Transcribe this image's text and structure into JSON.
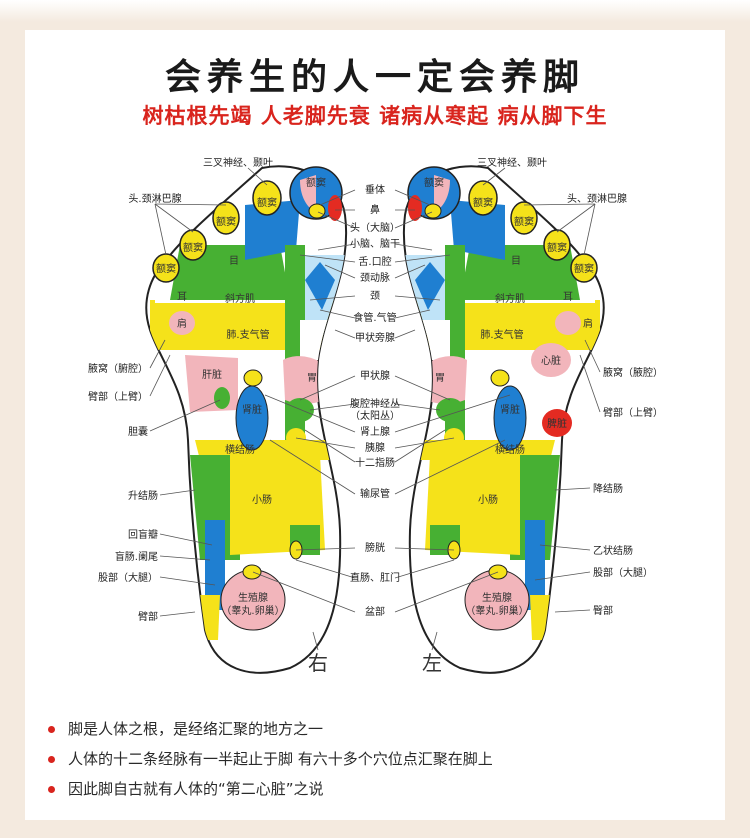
{
  "title": "会养生的人一定会养脚",
  "subtitle": "树枯根先竭 人老脚先衰 诸病从寒起 病从脚下生",
  "colors": {
    "yellow": "#f5e21a",
    "blue": "#1f7fd1",
    "green": "#47b033",
    "pink": "#f2b5bb",
    "red": "#e42b22",
    "accent": "#d9241d"
  },
  "center_labels": [
    "垂体",
    "鼻",
    "头（大脑）",
    "小脑、脑干",
    "舌.口腔",
    "颈动脉",
    "颈",
    "食管.气管",
    "甲状旁腺",
    "甲状腺",
    "腹腔神经丛",
    "（太阳丛）",
    "肾上腺",
    "胰腺",
    "十二指肠",
    "输尿管",
    "膀胱",
    "直肠、肛门",
    "盆部"
  ],
  "right_foot": {
    "name": "右",
    "side_labels": [
      "三叉神经、颞叶",
      "头.颈淋巴腺",
      "腋窝（腑腔）",
      "臂部（上臂）",
      "胆囊",
      "升结肠",
      "回盲瓣",
      "盲肠.阑尾",
      "股部（大腿）",
      "臂部"
    ],
    "zones": [
      "额窦",
      "额窦",
      "额窦",
      "额窦",
      "额窦",
      "目",
      "耳",
      "斜方肌",
      "肩",
      "肺.支气管",
      "肝脏",
      "胃",
      "肾脏",
      "横结肠",
      "小肠",
      "生殖腺",
      "（睾丸.卵巢）"
    ]
  },
  "left_foot": {
    "name": "左",
    "side_labels": [
      "三叉神经、颞叶",
      "头、颈淋巴腺",
      "腋窝（腋腔）",
      "臂部（上臂）",
      "降结肠",
      "乙状结肠",
      "股部（大腿）",
      "臀部"
    ],
    "zones": [
      "额窦",
      "额窦",
      "额窦",
      "额窦",
      "额窦",
      "目",
      "耳",
      "斜方肌",
      "肩",
      "肺.支气管",
      "心脏",
      "胃",
      "肾脏",
      "脾脏",
      "横结肠",
      "小肠",
      "生殖腺",
      "（睾丸.卵巢）"
    ]
  },
  "notes": [
    "脚是人体之根，是经络汇聚的地方之一",
    "人体的十二条经脉有一半起止于脚 有六十多个穴位点汇聚在脚上",
    "因此脚自古就有人体的“第二心脏”之说"
  ]
}
